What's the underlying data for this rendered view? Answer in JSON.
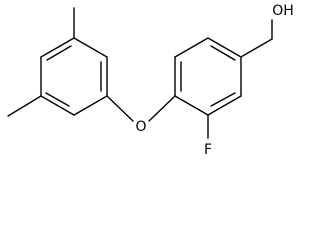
{
  "molecule": {
    "atom_labels": {
      "oxygen_ether": "O",
      "fluorine": "F",
      "hydroxyl": "OH"
    },
    "colors": {
      "bond": "#000000",
      "label": "#000000",
      "background": "#ffffff"
    }
  }
}
